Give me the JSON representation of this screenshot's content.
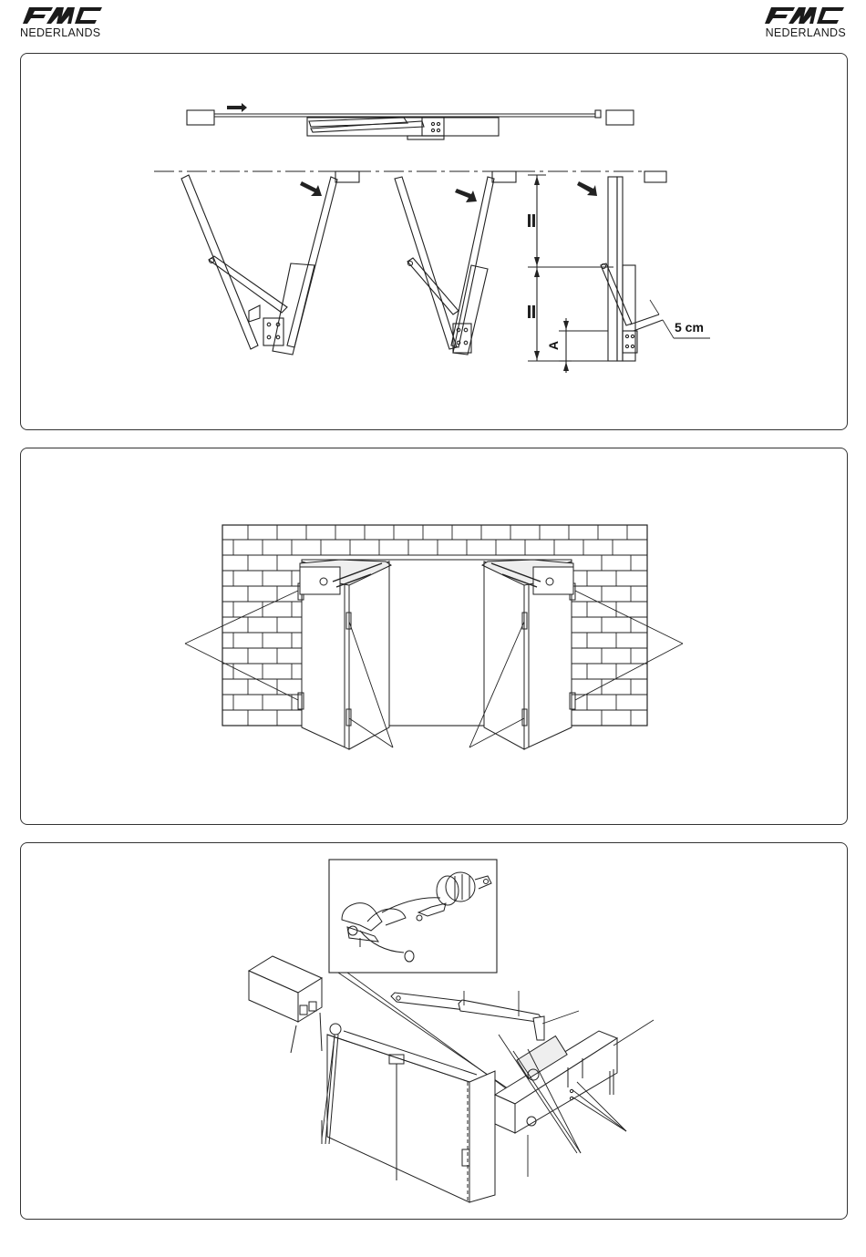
{
  "header": {
    "logo_text": "FAAC",
    "language": "NEDERLANDS"
  },
  "figure1": {
    "dim_label_5cm": "5 cm",
    "dim_label_a": "A"
  },
  "colors": {
    "line": "#222222",
    "shade": "#dcdcdc"
  }
}
